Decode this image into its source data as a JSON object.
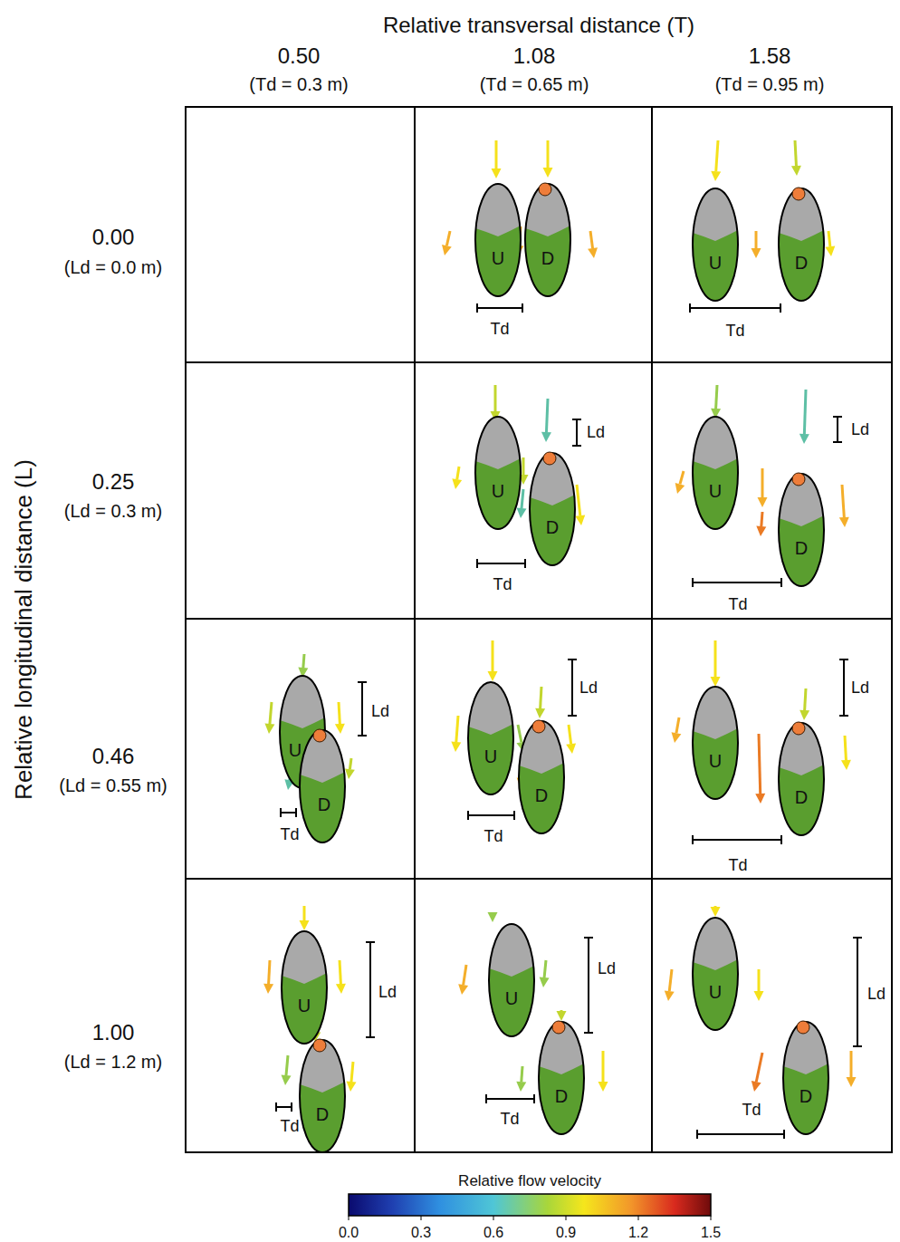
{
  "diagram": {
    "nodes": [
      {
        "text": [
          "U"
        ]
      },
      {
        "text": [
          "D"
        ]
      },
      {
        "text": [
          "U"
        ]
      },
      {
        "text": [
          "D"
        ]
      },
      {
        "text": [
          "U"
        ]
      },
      {
        "text": [
          "D"
        ]
      },
      {
        "text": [
          "U"
        ]
      },
      {
        "text": [
          "D"
        ]
      },
      {
        "text": [
          "U"
        ]
      },
      {
        "text": [
          "D"
        ]
      },
      {
        "text": [
          "U"
        ]
      },
      {
        "text": [
          "D"
        ]
      },
      {
        "text": [
          "U"
        ]
      },
      {
        "text": [
          "D"
        ]
      },
      {
        "text": [
          "U"
        ]
      },
      {
        "text": [
          "D"
        ]
      },
      {
        "text": [
          "U"
        ]
      },
      {
        "text": [
          "D"
        ]
      },
      {
        "text": [
          "U"
        ]
      },
      {
        "text": [
          "D"
        ]
      }
    ],
    "labels": [
      "Relative transversal distance (T)",
      "0.50",
      "(Td = 0.3 m)",
      "1.08",
      "(Td = 0.65 m)",
      "1.58",
      "(Td = 0.95 m)",
      "Relative longitudinal distance (L)",
      "0.00",
      "(Ld = 0.0 m)",
      "0.25",
      "(Ld = 0.3 m)",
      "0.46",
      "(Ld = 0.55 m)",
      "1.00",
      "(Ld = 1.2 m)",
      "Td",
      "Td",
      "Ld",
      "Td",
      "Ld",
      "Td",
      "Ld",
      "Td",
      "Ld",
      "Td",
      "Ld",
      "Td",
      "Ld",
      "Td",
      "Ld",
      "Td",
      "Ld",
      "Td",
      "Relative flow velocity",
      "0.0",
      "0.3",
      "0.6",
      "0.9",
      "1.2",
      "1.5"
    ]
  }
}
